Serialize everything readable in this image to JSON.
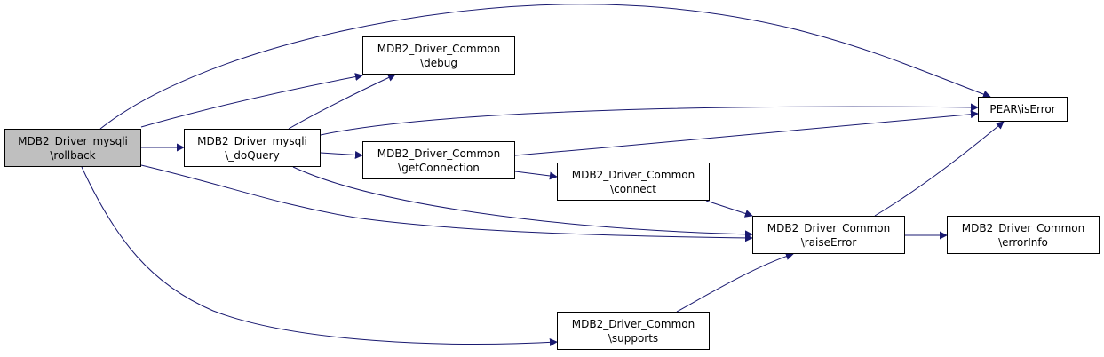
{
  "graph": {
    "nodes": [
      {
        "id": "rollback",
        "lines": [
          "MDB2_Driver_mysqli",
          "\\rollback"
        ],
        "root": true
      },
      {
        "id": "doQuery",
        "lines": [
          "MDB2_Driver_mysqli",
          "\\_doQuery"
        ]
      },
      {
        "id": "debug",
        "lines": [
          "MDB2_Driver_Common",
          "\\debug"
        ]
      },
      {
        "id": "getConnection",
        "lines": [
          "MDB2_Driver_Common",
          "\\getConnection"
        ]
      },
      {
        "id": "connect",
        "lines": [
          "MDB2_Driver_Common",
          "\\connect"
        ]
      },
      {
        "id": "supports",
        "lines": [
          "MDB2_Driver_Common",
          "\\supports"
        ]
      },
      {
        "id": "raiseError",
        "lines": [
          "MDB2_Driver_Common",
          "\\raiseError"
        ]
      },
      {
        "id": "isError",
        "lines": [
          "PEAR\\isError"
        ]
      },
      {
        "id": "errorInfo",
        "lines": [
          "MDB2_Driver_Common",
          "\\errorInfo"
        ]
      }
    ],
    "edges": [
      [
        "rollback",
        "isError"
      ],
      [
        "rollback",
        "debug"
      ],
      [
        "rollback",
        "doQuery"
      ],
      [
        "rollback",
        "raiseError"
      ],
      [
        "rollback",
        "supports"
      ],
      [
        "doQuery",
        "debug"
      ],
      [
        "doQuery",
        "isError"
      ],
      [
        "doQuery",
        "getConnection"
      ],
      [
        "doQuery",
        "raiseError"
      ],
      [
        "getConnection",
        "isError"
      ],
      [
        "getConnection",
        "connect"
      ],
      [
        "connect",
        "raiseError"
      ],
      [
        "supports",
        "raiseError"
      ],
      [
        "raiseError",
        "isError"
      ],
      [
        "raiseError",
        "errorInfo"
      ]
    ],
    "colors": {
      "edge": "#191970",
      "root_fill": "#bfbfbf",
      "node_fill": "#ffffff",
      "border": "#000000"
    }
  }
}
